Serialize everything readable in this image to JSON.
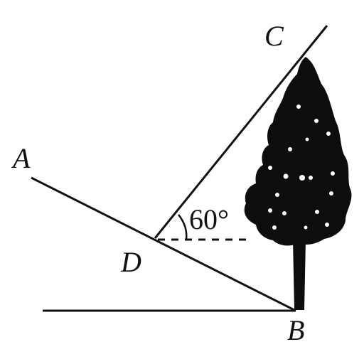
{
  "points": {
    "A": "A",
    "B": "B",
    "C": "C",
    "D": "D"
  },
  "angle_label": "60°",
  "colors": {
    "ink": "#111111",
    "tree": "#0d0d0d",
    "background": "#ffffff"
  }
}
